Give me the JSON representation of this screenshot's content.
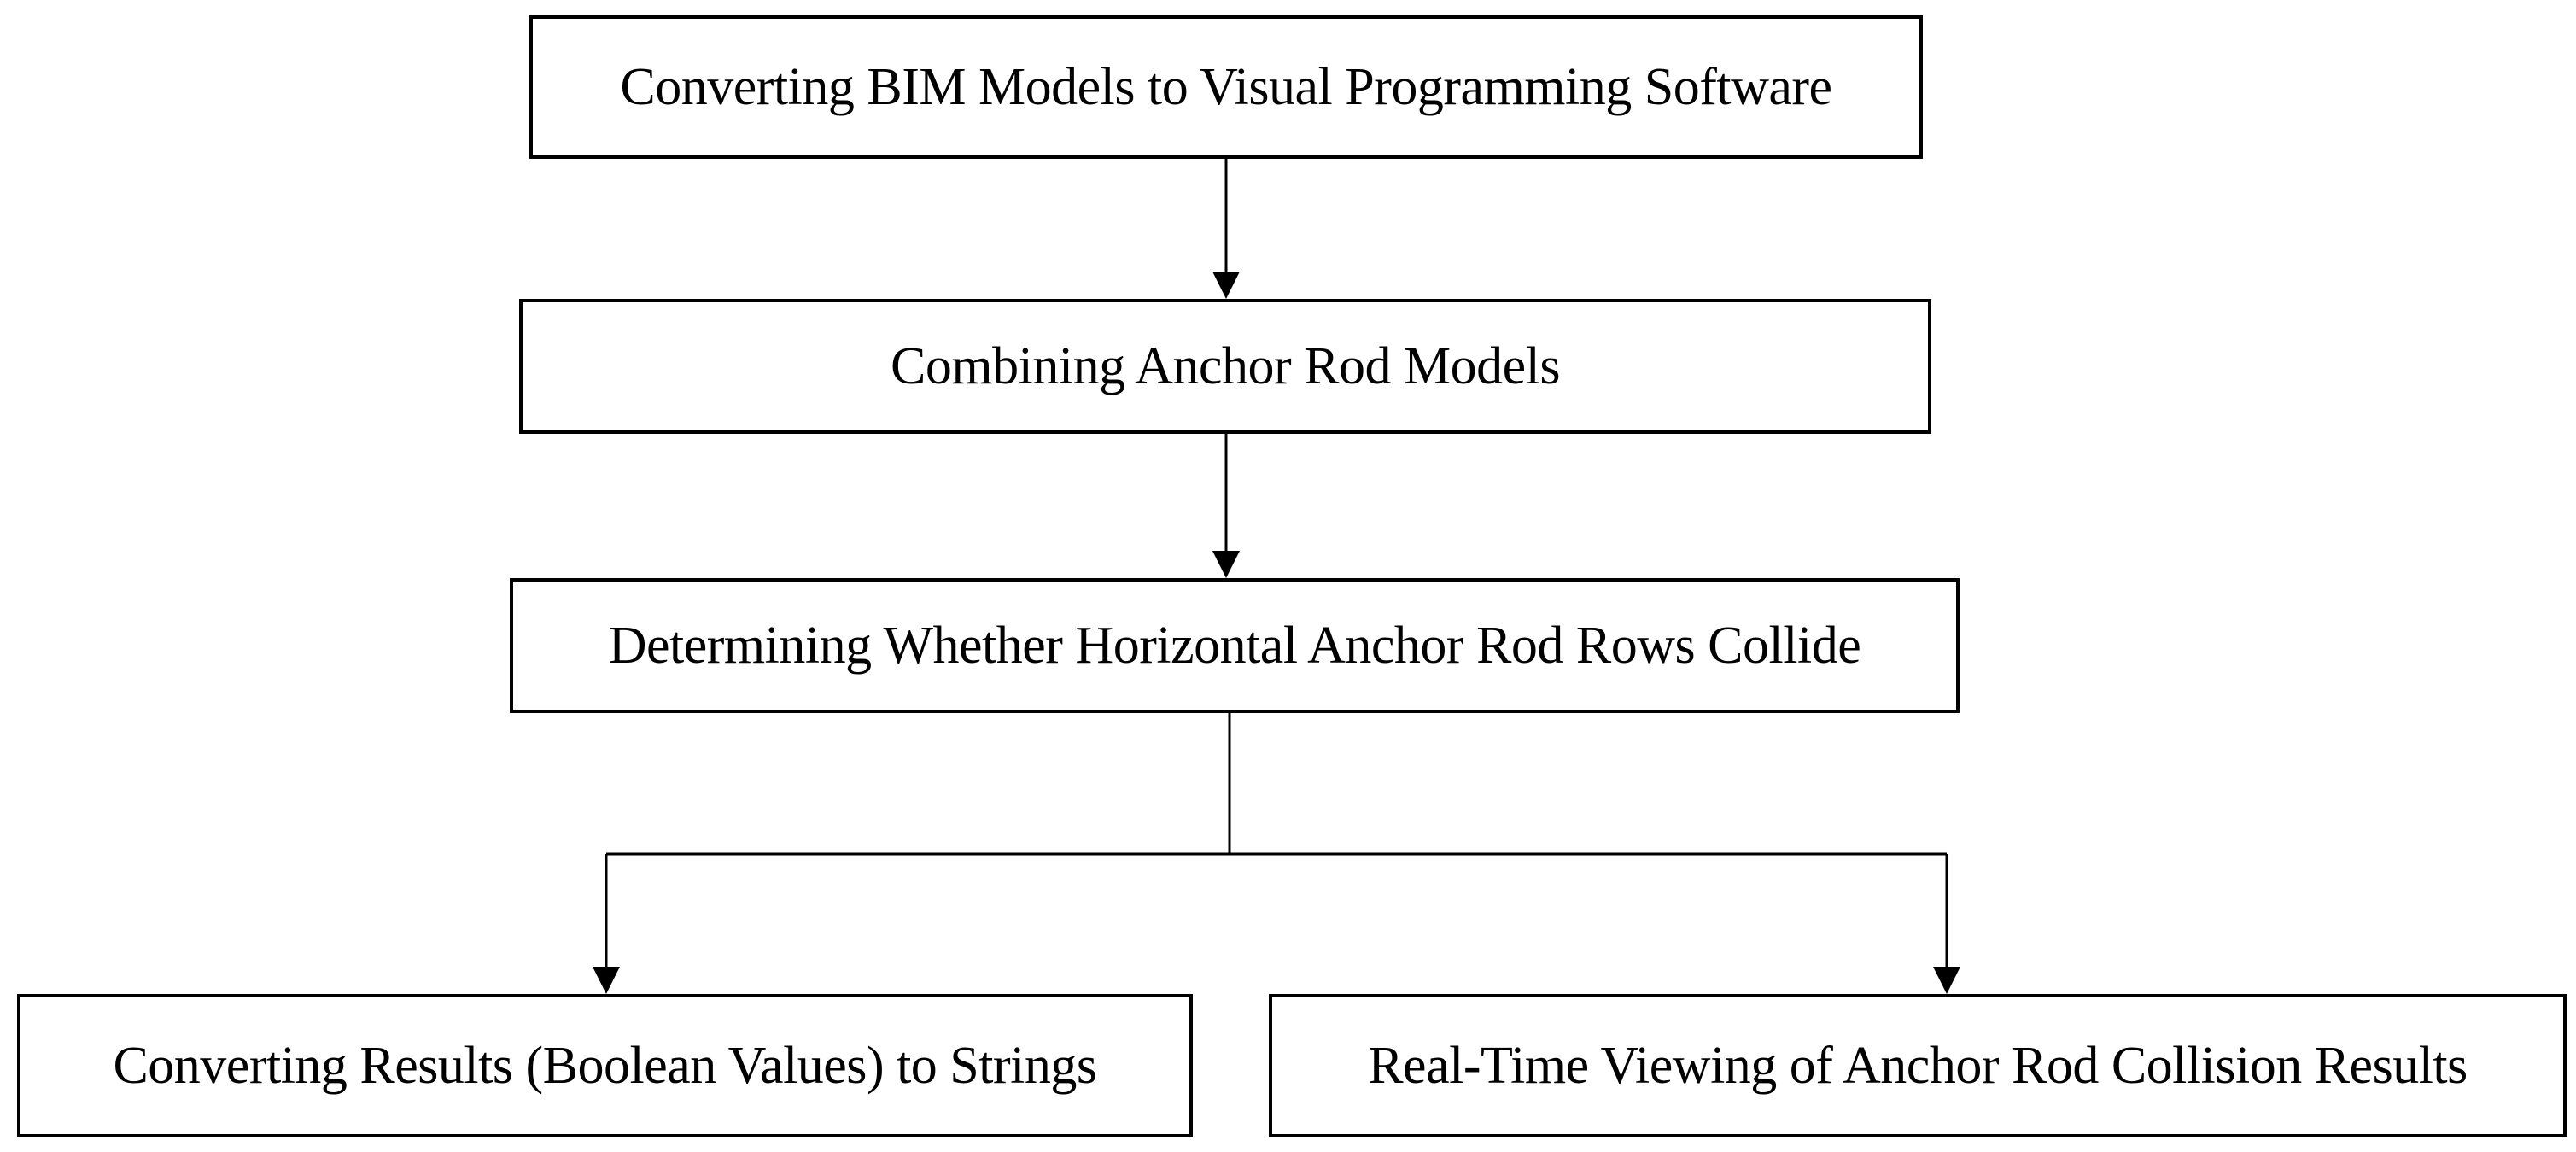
{
  "diagram": {
    "nodes": [
      {
        "id": "convert-bim",
        "label": "Converting BIM Models to Visual Programming Software"
      },
      {
        "id": "combine-rods",
        "label": "Combining Anchor Rod Models"
      },
      {
        "id": "determine-collide",
        "label": "Determining Whether Horizontal Anchor Rod Rows Collide"
      },
      {
        "id": "convert-results",
        "label": "Converting Results (Boolean Values) to Strings"
      },
      {
        "id": "realtime-view",
        "label": "Real-Time Viewing of Anchor Rod Collision Results"
      }
    ],
    "edges": [
      {
        "from": "convert-bim",
        "to": "combine-rods"
      },
      {
        "from": "combine-rods",
        "to": "determine-collide"
      },
      {
        "from": "determine-collide",
        "to": "convert-results"
      },
      {
        "from": "determine-collide",
        "to": "realtime-view"
      }
    ],
    "colors": {
      "stroke": "#000000",
      "text": "#000000",
      "background": "#ffffff"
    }
  }
}
